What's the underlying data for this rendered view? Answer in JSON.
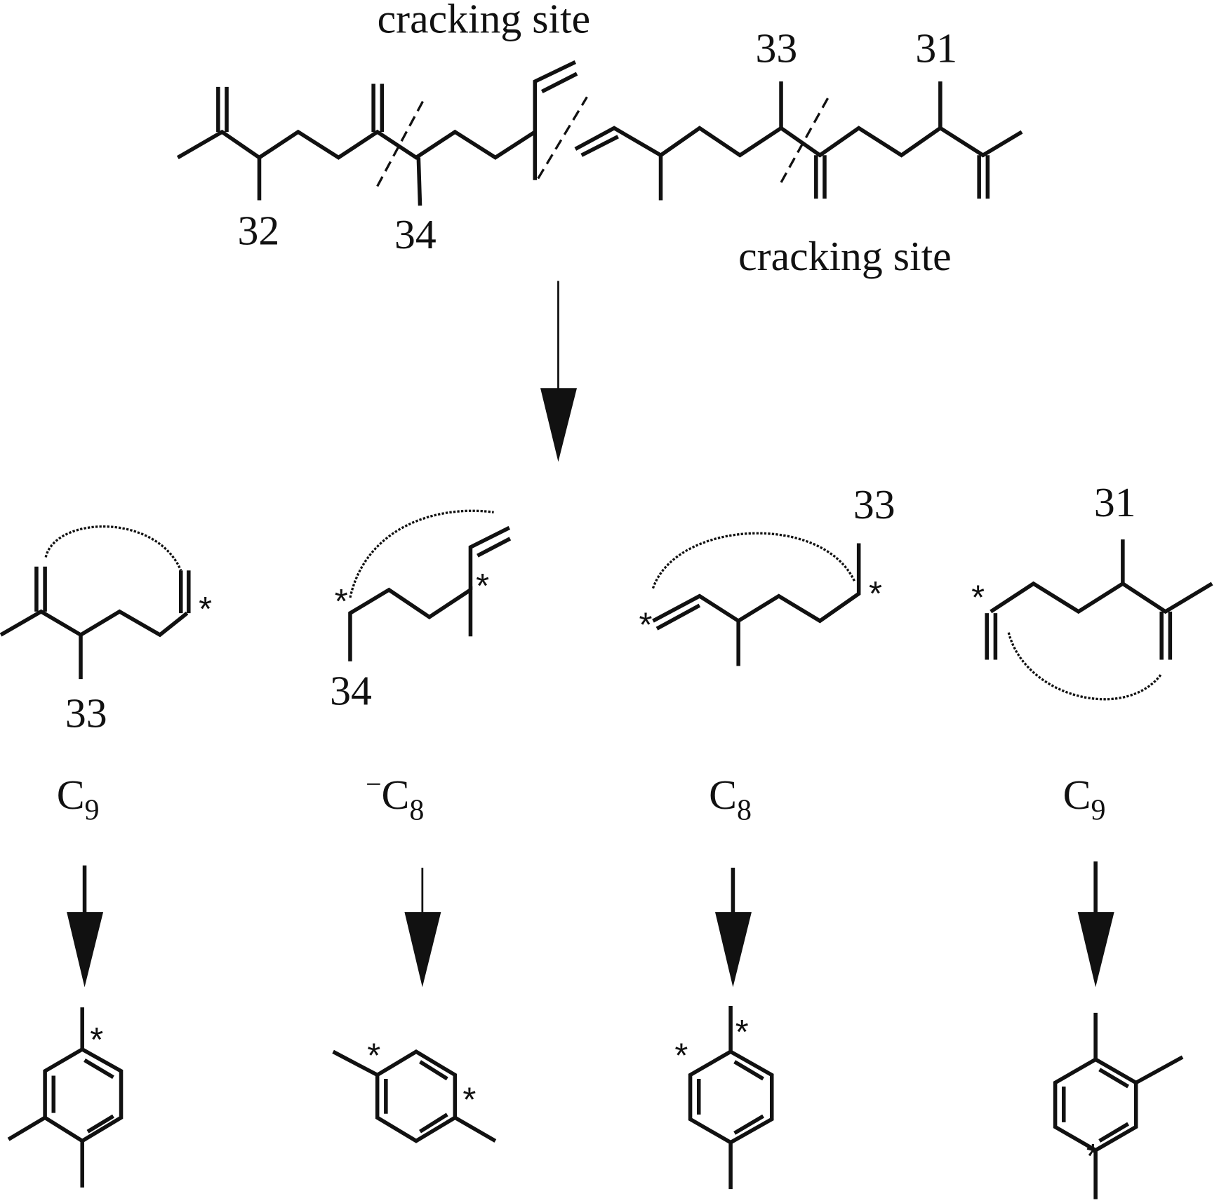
{
  "top": {
    "cracking_site_top": "cracking site",
    "cracking_site_bottom": "cracking site",
    "labels": [
      "33",
      "31",
      "32",
      "34"
    ]
  },
  "fragments": [
    {
      "carbon_label": "33",
      "formula_main": "C",
      "formula_sub": "9",
      "formula_prefix": ""
    },
    {
      "carbon_label": "34",
      "formula_main": "C",
      "formula_sub": "8",
      "formula_prefix": "−"
    },
    {
      "carbon_label": "33",
      "formula_main": "C",
      "formula_sub": "8",
      "formula_prefix": ""
    },
    {
      "carbon_label": "31",
      "formula_main": "C",
      "formula_sub": "9",
      "formula_prefix": ""
    }
  ],
  "asterisk": "*"
}
